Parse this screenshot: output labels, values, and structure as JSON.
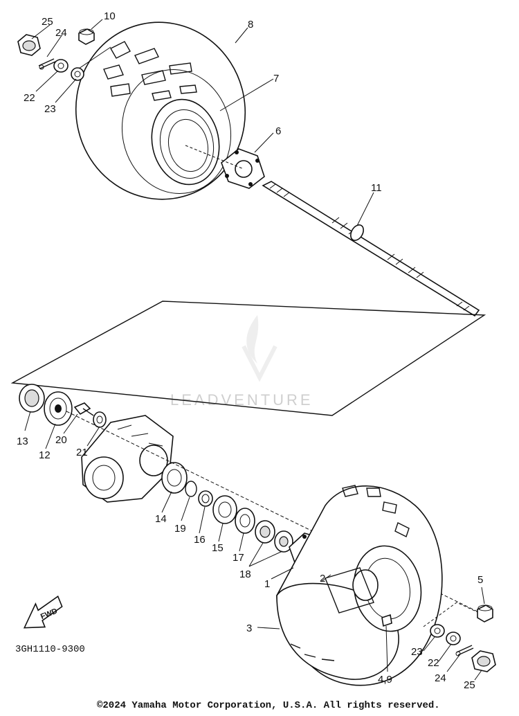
{
  "callouts": {
    "c1": "1",
    "c2": "2",
    "c3": "3",
    "c49": "4,9",
    "c5": "5",
    "c6": "6",
    "c7": "7",
    "c8": "8",
    "c10": "10",
    "c11": "11",
    "c12": "12",
    "c13": "13",
    "c14": "14",
    "c15": "15",
    "c16": "16",
    "c17": "17",
    "c18": "18",
    "c19": "19",
    "c20": "20",
    "c21": "21",
    "c22a": "22",
    "c23a": "23",
    "c24a": "24",
    "c25a": "25",
    "c22b": "22",
    "c23b": "23",
    "c24b": "24",
    "c25b": "25"
  },
  "fwd_label": "FWD",
  "diagram_code": "3GH1110-9300",
  "watermark": "LEADVENTURE",
  "copyright": "©2024 Yamaha Motor Corporation, U.S.A. All rights reserved."
}
